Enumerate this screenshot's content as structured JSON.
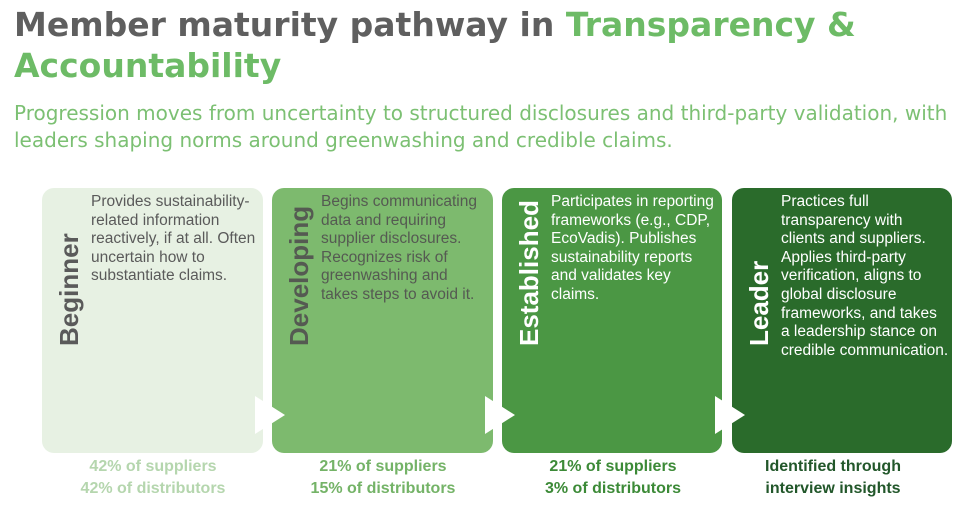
{
  "header": {
    "title_part1": "Member maturity pathway in ",
    "title_part2": "Transparency & Accountability",
    "subtitle": "Progression moves from uncertainty to structured disclosures and third-party validation, with leaders shaping norms around greenwashing and credible claims."
  },
  "colors": {
    "title_gray": "#5f5f5f",
    "accent_green": "#6dbb66",
    "beginner_bg": "#e7f1e3",
    "developing_bg": "#7dba6e",
    "established_bg": "#4b9744",
    "leader_bg": "#2a6b2b"
  },
  "stages": [
    {
      "name": "Beginner",
      "description": "Provides sustainability-related information reactively, if at all. Often uncertain how to substantiate claims.",
      "stat_line1": "42% of suppliers",
      "stat_line2": "42% of distributors"
    },
    {
      "name": "Developing",
      "description": "Begins communicating data and requiring supplier disclosures. Recognizes risk of greenwashing and takes steps to avoid it.",
      "stat_line1": "21% of suppliers",
      "stat_line2": "15% of distributors"
    },
    {
      "name": "Established",
      "description": "Participates in reporting frameworks (e.g., CDP, EcoVadis). Publishes sustainability reports and validates key claims.",
      "stat_line1": "21% of suppliers",
      "stat_line2": "3% of distributors"
    },
    {
      "name": "Leader",
      "description": "Practices full transparency with clients and suppliers. Applies third-party verification, aligns to global disclosure frameworks, and takes a leadership stance on credible communication.",
      "stat_line1": "Identified through",
      "stat_line2": "interview insights"
    }
  ],
  "icons": [
    "chevron-right-icon",
    "chevron-right-icon",
    "chevron-right-icon"
  ]
}
